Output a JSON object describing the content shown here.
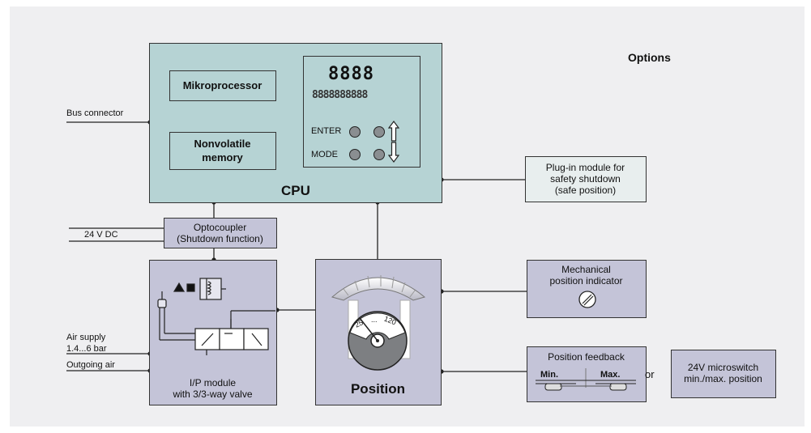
{
  "options_title": "Options",
  "bus_connector": "Bus connector",
  "cpu": {
    "label": "CPU",
    "mikroprocessor": "Mikroprocessor",
    "memory_line1": "Nonvolatile",
    "memory_line2": "memory",
    "display_digits": "8888",
    "display_segments": "8888888888",
    "enter": "ENTER",
    "mode": "MODE"
  },
  "safety_module": {
    "line1": "Plug-in module for",
    "line2": "safety shutdown",
    "line3": "(safe position)"
  },
  "optocoupler": {
    "line1": "Optocoupler",
    "line2": "(Shutdown function)"
  },
  "dc_label": "24 V DC",
  "ip_module": {
    "line1": "I/P module",
    "line2": "with 3/3-way valve"
  },
  "air_supply": {
    "line1": "Air supply",
    "line2": "1.4...6 bar"
  },
  "outgoing_air": "Outgoing air",
  "position": {
    "label": "Position",
    "scale_low": "25",
    "scale_high": "120",
    "scale_mid": "..."
  },
  "mech_indicator": {
    "line1": "Mechanical",
    "line2": "position indicator"
  },
  "position_feedback": {
    "title": "Position feedback",
    "min": "Min.",
    "max": "Max."
  },
  "or_label": "or",
  "microswitch": {
    "line1": "24V microswitch",
    "line2": "min./max. position"
  },
  "colors": {
    "cpu_fill": "#b6d3d4",
    "module_fill": "#c4c4d8",
    "light_fill": "#e8eeee",
    "background": "#efeff1"
  }
}
